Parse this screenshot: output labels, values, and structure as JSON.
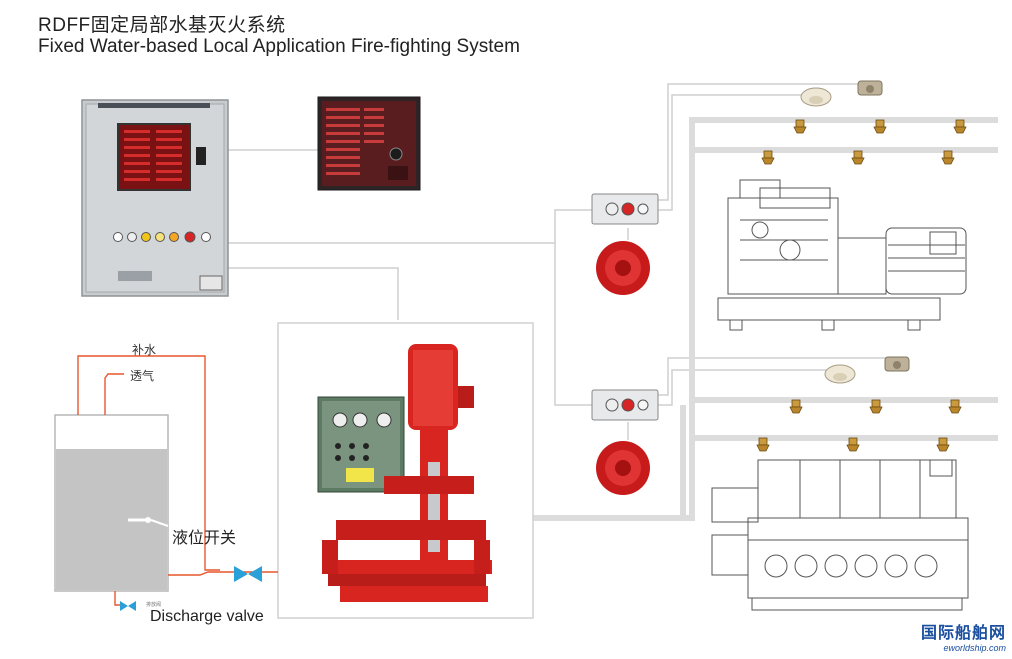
{
  "title": {
    "cn": "RDFF固定局部水基灭火系统",
    "en": "Fixed Water-based Local Application Fire-fighting System"
  },
  "labels": {
    "makeup_water": "补水",
    "vent": "透气",
    "level_switch": "液位开关",
    "discharge_valve": "Discharge valve",
    "discharge_valve_small": "排放阀"
  },
  "watermark": {
    "cn": "国际船舶网",
    "en": "eworldship.com"
  },
  "colors": {
    "pipe_gray": "#d8d8d8",
    "water_line": "#e8572f",
    "pump_red": "#d82520",
    "panel_gray": "#c9cccf",
    "valve_blue": "#2a9fd8"
  }
}
